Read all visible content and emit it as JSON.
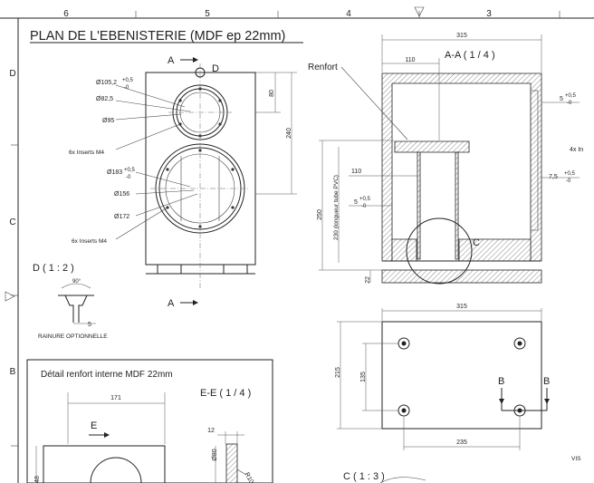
{
  "title": "PLAN DE L'EBENISTERIE (MDF ep 22mm)",
  "border": {
    "columns": [
      "6",
      "5",
      "4",
      "3"
    ],
    "rows": [
      "D",
      "C",
      "B"
    ]
  },
  "front_view": {
    "section_marker": "A",
    "detail_marker": "D",
    "dims": {
      "d1": "Ø105,2",
      "d1_tol_up": "+0,5",
      "d1_tol_dn": "-0",
      "d2": "Ø82,5",
      "d3": "Ø95",
      "inserts_top": "6x Inserts M4",
      "d4": "Ø183",
      "d4_tol_up": "+0,5",
      "d4_tol_dn": "-0",
      "d5": "Ø156",
      "d6": "Ø172",
      "inserts_bottom": "6x Inserts M4",
      "v80": "80",
      "v240": "240"
    }
  },
  "section_aa": {
    "title": "A-A  ( 1 / 4 )",
    "renfort": "Renfort",
    "w315": "315",
    "w110": "110",
    "h250": "250",
    "h230": "230 (longueur tube PVC)",
    "w110b": "110",
    "tol1": "5",
    "tol1_up": "+0,5",
    "tol1_dn": "-0",
    "tol2": "5",
    "tol2_up": "+0,5",
    "tol2_dn": "-0",
    "tol3": "7,5",
    "tol3_up": "+0,5",
    "tol3_dn": "-0",
    "inserts": "4x In",
    "h22": "22",
    "detail_c": "C"
  },
  "detail_d": {
    "title": "D  ( 1 : 2 )",
    "angle": "90°",
    "width": "5",
    "caption": "RAINURE OPTIONNELLE"
  },
  "bottom_view": {
    "w315": "315",
    "h215": "215",
    "h135": "135",
    "w235": "235",
    "section_b": "B",
    "vis": "VIS"
  },
  "detail_renfort": {
    "title": "Détail renfort interne MDF 22mm",
    "w171": "171",
    "marker_e": "E",
    "h48": "48",
    "section_ee": "E-E  ( 1 / 4 )",
    "w12": "12",
    "d80": "Ø80",
    "r10": "R10"
  },
  "detail_c": {
    "title": "C  ( 1 : 3 )"
  }
}
